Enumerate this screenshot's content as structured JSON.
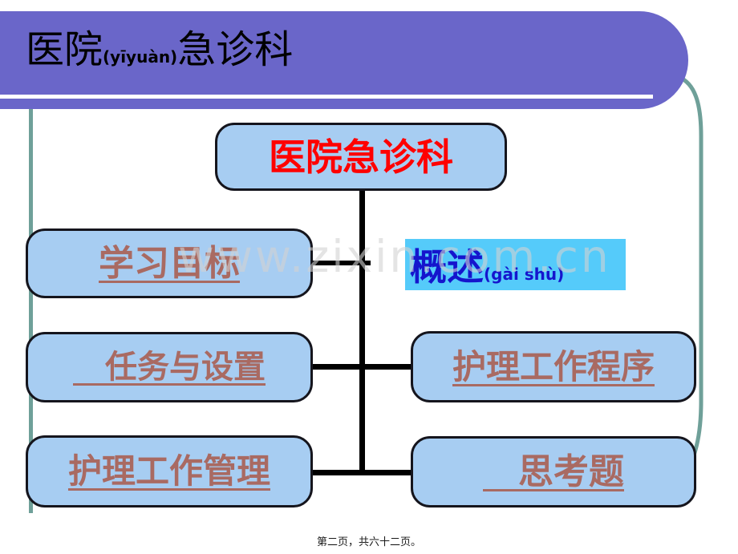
{
  "slide": {
    "title": {
      "prefix": "医院",
      "annotation": "(yīyuàn)",
      "suffix": "急诊科"
    },
    "watermark": "www.zixin.com.cn",
    "footer": "第二页，共六十二页。"
  },
  "diagram": {
    "root": {
      "label": "医院急诊科"
    },
    "nodes": [
      {
        "id": "xuexi",
        "label": "学习目标"
      },
      {
        "id": "gaishu",
        "label": "概述",
        "annotation": "(gài shù)"
      },
      {
        "id": "renwu",
        "label": "　任务与设置"
      },
      {
        "id": "chengxu",
        "label": "护理工作程序"
      },
      {
        "id": "guanli",
        "label": "护理工作管理"
      },
      {
        "id": "sikao",
        "label": "　思考题"
      }
    ]
  },
  "colors": {
    "banner_purple": "#6a66c9",
    "accent_teal": "#6fa099",
    "node_fill": "#a7cdf2",
    "node_border": "#15151d",
    "node_text": "#a96a62",
    "root_text": "#ff0000",
    "gaishu_fill": "#55cbfa",
    "gaishu_text": "#1515cd",
    "connector": "#000000"
  }
}
